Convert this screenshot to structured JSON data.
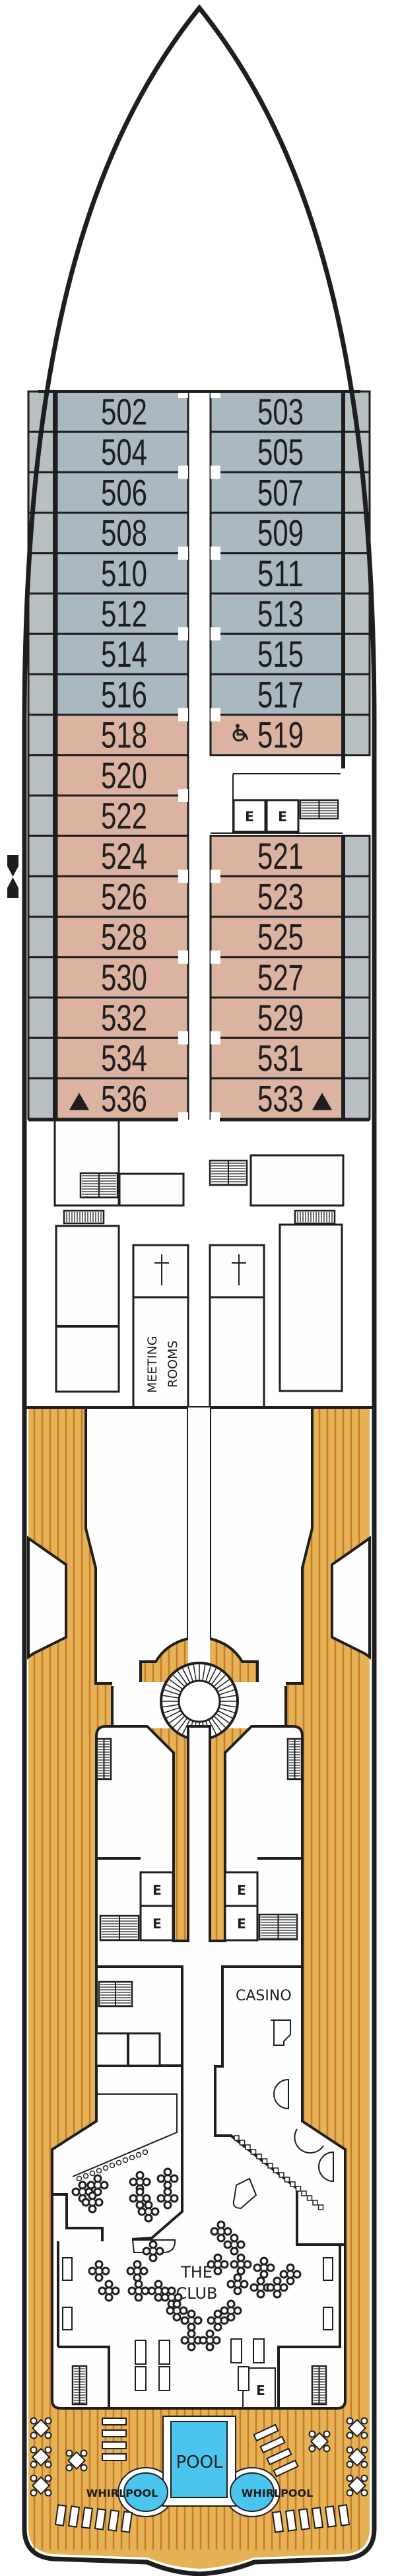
{
  "deck": {
    "colors": {
      "cabin_blue": "#a9b8c1",
      "cabin_pink": "#dbb3a0",
      "balcony": "#b8bfc3",
      "deck_wood": "#e5b355",
      "deck_stripe": "#c8792a",
      "pool_water": "#4ac6ee",
      "outline": "#1e1e1e"
    },
    "cabins_port": [
      {
        "number": "502",
        "category": "blue"
      },
      {
        "number": "504",
        "category": "blue"
      },
      {
        "number": "506",
        "category": "blue"
      },
      {
        "number": "508",
        "category": "blue"
      },
      {
        "number": "510",
        "category": "blue"
      },
      {
        "number": "512",
        "category": "blue"
      },
      {
        "number": "514",
        "category": "blue"
      },
      {
        "number": "516",
        "category": "blue"
      },
      {
        "number": "518",
        "category": "pink"
      },
      {
        "number": "520",
        "category": "pink"
      },
      {
        "number": "522",
        "category": "pink"
      },
      {
        "number": "524",
        "category": "pink"
      },
      {
        "number": "526",
        "category": "pink"
      },
      {
        "number": "528",
        "category": "pink"
      },
      {
        "number": "530",
        "category": "pink"
      },
      {
        "number": "532",
        "category": "pink"
      },
      {
        "number": "534",
        "category": "pink"
      },
      {
        "number": "536",
        "category": "pink",
        "icon": "triangle-icon"
      }
    ],
    "cabins_starboard": [
      {
        "number": "503",
        "category": "blue",
        "row": 0
      },
      {
        "number": "505",
        "category": "blue",
        "row": 1
      },
      {
        "number": "507",
        "category": "blue",
        "row": 2
      },
      {
        "number": "509",
        "category": "blue",
        "row": 3
      },
      {
        "number": "511",
        "category": "blue",
        "row": 4
      },
      {
        "number": "513",
        "category": "blue",
        "row": 5
      },
      {
        "number": "515",
        "category": "blue",
        "row": 6
      },
      {
        "number": "517",
        "category": "blue",
        "row": 7
      },
      {
        "number": "519",
        "category": "pink",
        "row": 8,
        "icon": "wheelchair-icon"
      },
      {
        "number": "521",
        "category": "pink",
        "row": 11
      },
      {
        "number": "523",
        "category": "pink",
        "row": 12
      },
      {
        "number": "525",
        "category": "pink",
        "row": 13
      },
      {
        "number": "527",
        "category": "pink",
        "row": 14
      },
      {
        "number": "529",
        "category": "pink",
        "row": 15
      },
      {
        "number": "531",
        "category": "pink",
        "row": 16
      },
      {
        "number": "533",
        "category": "pink",
        "row": 17,
        "icon": "triangle-icon"
      }
    ],
    "elevator_label": "E",
    "labels": {
      "meeting_rooms_line1": "MEETING",
      "meeting_rooms_line2": "ROOMS",
      "casino": "CASINO",
      "club_line1": "THE",
      "club_line2": "CLUB",
      "pool": "POOL",
      "whirlpool_port": "WHIRLPOOL",
      "whirlpool_starboard": "WHIRLPOOL"
    },
    "icons": {
      "chapel": "cross-icon",
      "accessible": "wheelchair-icon",
      "connecting": "triangle-icon",
      "stairs": "stairs-icon",
      "elevator": "elevator-icon",
      "marker": "hourglass-marker-icon"
    }
  }
}
